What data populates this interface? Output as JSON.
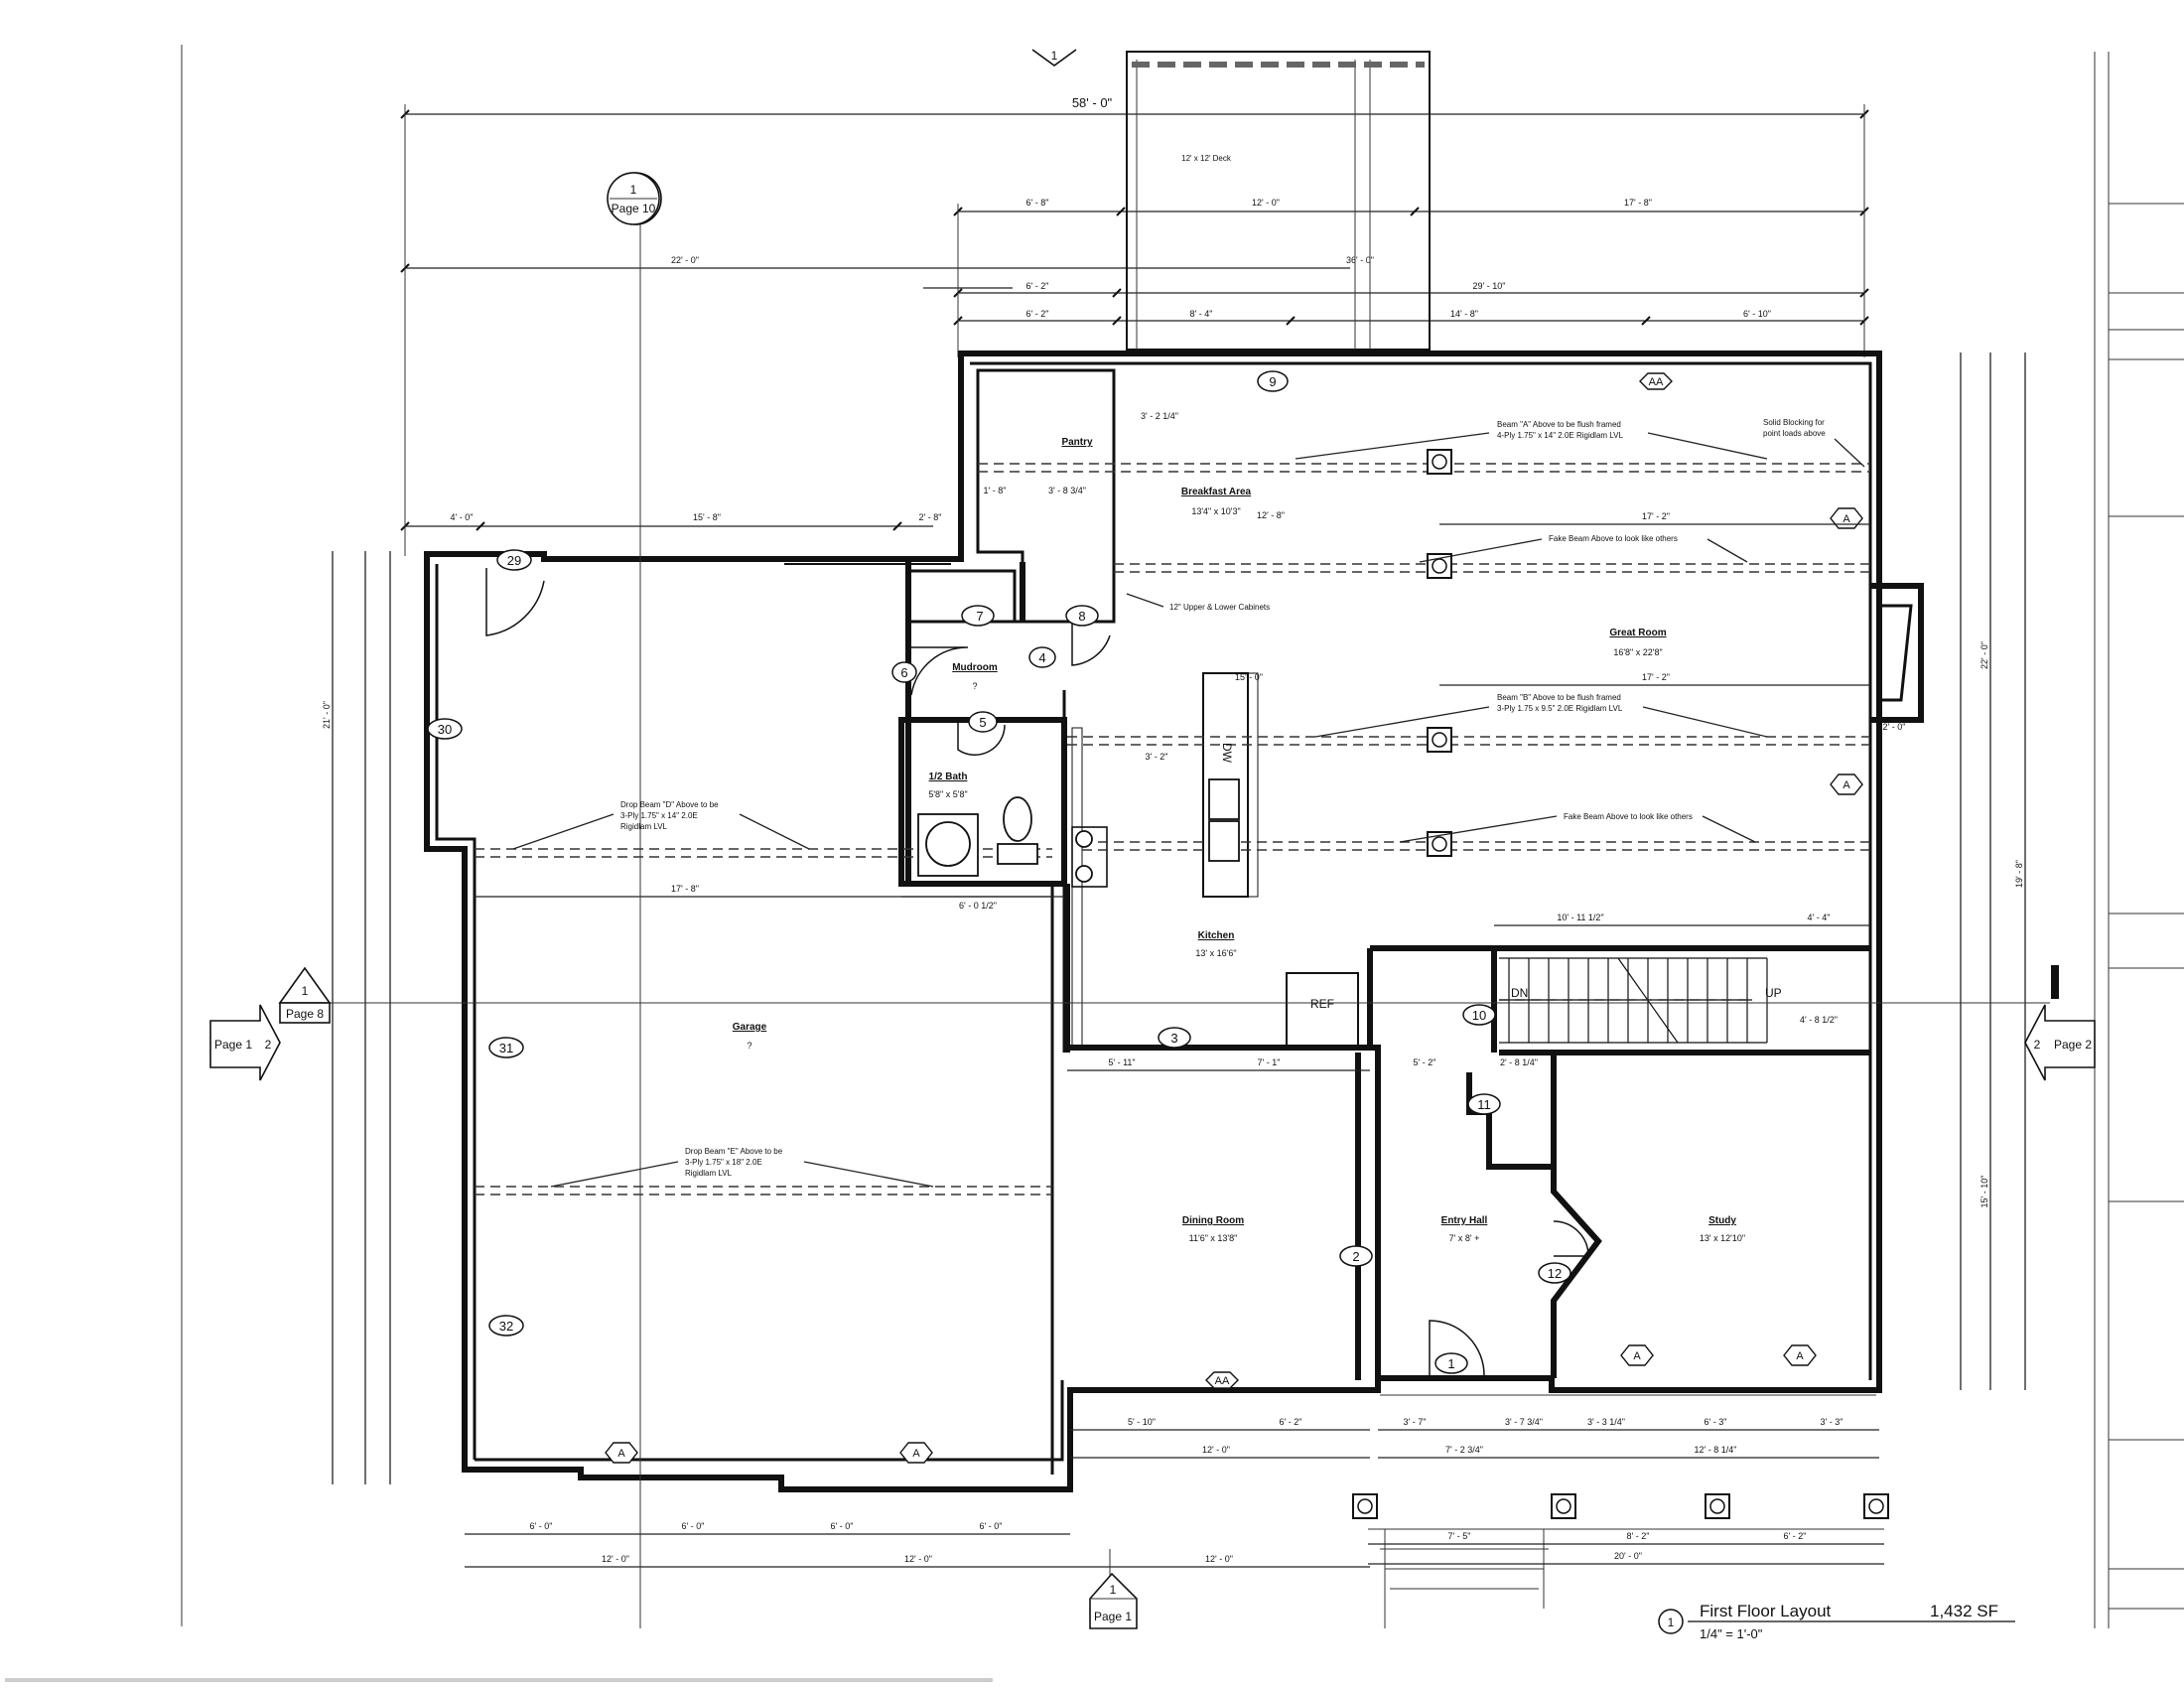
{
  "title_block": {
    "circle_number": "1",
    "title": "First Floor Layout",
    "area": "1,432 SF",
    "scale": "1/4\" = 1'-0\""
  },
  "rooms": [
    {
      "name": "Pantry",
      "size": ""
    },
    {
      "name": "Breakfast Area",
      "size": "13'4\" x 10'3\""
    },
    {
      "name": "Great Room",
      "size": "16'8\" x 22'8\""
    },
    {
      "name": "Mudroom",
      "size": "?"
    },
    {
      "name": "1/2 Bath",
      "size": "5'8\" x 5'8\""
    },
    {
      "name": "Kitchen",
      "size": "13' x 16'6\""
    },
    {
      "name": "Garage",
      "size": "?"
    },
    {
      "name": "Dining Room",
      "size": "11'6\" x 13'8\""
    },
    {
      "name": "Entry Hall",
      "size": "7' x 8' +"
    },
    {
      "name": "Study",
      "size": "13' x 12'10\""
    },
    {
      "name": "12' x 12' Deck",
      "size": ""
    }
  ],
  "notes": {
    "beam_a": [
      "Beam \"A\" Above to be flush framed",
      "4-Ply 1.75\" x 14\" 2.0E Rigidlam LVL"
    ],
    "solid_blocking": [
      "Solid Blocking for",
      "point loads above"
    ],
    "fake_beam_1": "Fake Beam Above to look like others",
    "beam_b": [
      "Beam \"B\" Above to be flush framed",
      "3-Ply 1.75 x 9.5\" 2.0E Rigidlam LVL"
    ],
    "fake_beam_2": "Fake Beam Above to look like others",
    "drop_beam_d": [
      "Drop Beam \"D\" Above to be",
      "3-Ply 1.75\" x 14\" 2.0E",
      "Rigidlam LVL"
    ],
    "drop_beam_e": [
      "Drop Beam \"E\" Above to be",
      "3-Ply 1.75\" x 18\" 2.0E",
      "Rigidlam LVL"
    ],
    "cabinets": "12\" Upper & Lower Cabinets"
  },
  "door_tags": [
    "1",
    "2",
    "3",
    "4",
    "5",
    "6",
    "7",
    "8",
    "9",
    "10",
    "11",
    "12",
    "29",
    "30",
    "31",
    "32"
  ],
  "window_tags": [
    "AA",
    "A"
  ],
  "labels": {
    "ref": "REF",
    "dw": "DW",
    "dn": "DN",
    "up": "UP"
  },
  "sheet_refs": [
    {
      "num": "1",
      "page": "Page 10"
    },
    {
      "num": "1",
      "page": "Page 8"
    },
    {
      "num": "1",
      "page": "Page 1"
    },
    {
      "num": "2",
      "page": "Page 1"
    },
    {
      "num": "2",
      "page": "Page 2"
    }
  ],
  "top_marker": "1",
  "dimensions": {
    "overall_width": "58' - 0\"",
    "left_wing": "22' - 0\"",
    "right_block": "36' - 0\"",
    "deck_left": "6' - 8\"",
    "deck_center": "12' - 0\"",
    "deck_right": "17' - 8\"",
    "row2_a": "6' - 2\"",
    "row2_b": "29' - 10\"",
    "row3_a": "6' - 2\"",
    "row3_b": "8' - 4\"",
    "row3_c": "14' - 8\"",
    "row3_d": "6' - 10\"",
    "garage_top_a": "4' - 0\"",
    "garage_top_b": "15' - 8\"",
    "garage_top_c": "2' - 8\"",
    "garage_width": "17' - 8\"",
    "bath_width": "6' - 0 1/2\"",
    "pantry_a": "1' - 8\"",
    "pantry_b": "3' - 8 3/4\"",
    "pantry_c": "3' - 2 1/4\"",
    "breakfast_depth": "12' - 8\"",
    "great_room_depth_a": "17' - 2\"",
    "great_room_depth_b": "17' - 2\"",
    "fireplace": "2' - 0\"",
    "kitchen_island": "15' - 0\"",
    "kitchen_a": "3' - 2\"",
    "stair_a": "10' - 11 1/2\"",
    "stair_b": "4' - 4\"",
    "stair_c": "4' - 8 1/2\"",
    "dining_a": "5' - 11\"",
    "dining_b": "7' - 1\"",
    "entry_a": "5' - 2\"",
    "entry_b": "2' - 8 1/4\"",
    "bottom_a": "5' - 10\"",
    "bottom_b": "6' - 2\"",
    "bottom_c": "12' - 0\"",
    "bottom_d": "3' - 7\"",
    "bottom_e": "3' - 7 3/4\"",
    "bottom_f": "3' - 3 1/4\"",
    "bottom_g": "6' - 3\"",
    "bottom_h": "3' - 3\"",
    "bottom_i": "7' - 2 3/4\"",
    "bottom_j": "12' - 8 1/4\"",
    "porch_a": "7' - 5\"",
    "porch_b": "8' - 2\"",
    "porch_c": "6' - 2\"",
    "porch_d": "20' - 0\"",
    "garage_bot_a": "6' - 0\"",
    "garage_bot_b": "6' - 0\"",
    "garage_bot_c": "6' - 0\"",
    "garage_bot_d": "6' - 0\"",
    "garage_bot_e": "12' - 0\"",
    "garage_bot_f": "12' - 0\"",
    "garage_bot_g": "12' - 0\"",
    "side_a": "21' - 0\"",
    "side_b": "19' - 8\"",
    "side_c": "22' - 0\"",
    "side_d": "15' - 10\""
  }
}
